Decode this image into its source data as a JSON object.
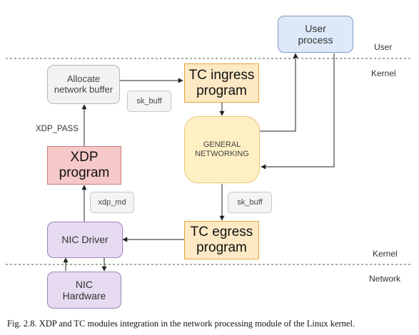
{
  "zones": {
    "user": "User",
    "kernel_top": "Kernel",
    "kernel_bottom": "Kernel",
    "network": "Network"
  },
  "nodes": {
    "user_process": "User\nprocess",
    "allocate_buffer": "Allocate\nnetwork buffer",
    "tc_ingress": "TC ingress\nprogram",
    "general_networking": "GENERAL\nNETWORKING",
    "xdp_program": "XDP\nprogram",
    "nic_driver": "NIC Driver",
    "tc_egress": "TC egress\nprogram",
    "nic_hardware": "NIC\nHardware"
  },
  "tags": {
    "sk_buff_top": "sk_buff",
    "sk_buff_bottom": "sk_buff",
    "xdp_md": "xdp_md"
  },
  "edge_labels": {
    "xdp_pass": "XDP_PASS"
  },
  "caption": "Fig. 2.8. XDP and TC modules integration in the network processing module of the Linux kernel.",
  "colors": {
    "xdp": "#f6c8c8",
    "tc": "#fde9c4",
    "nic": "#e6dbf0",
    "user": "#dde9f8",
    "general": "#fff0c4"
  }
}
